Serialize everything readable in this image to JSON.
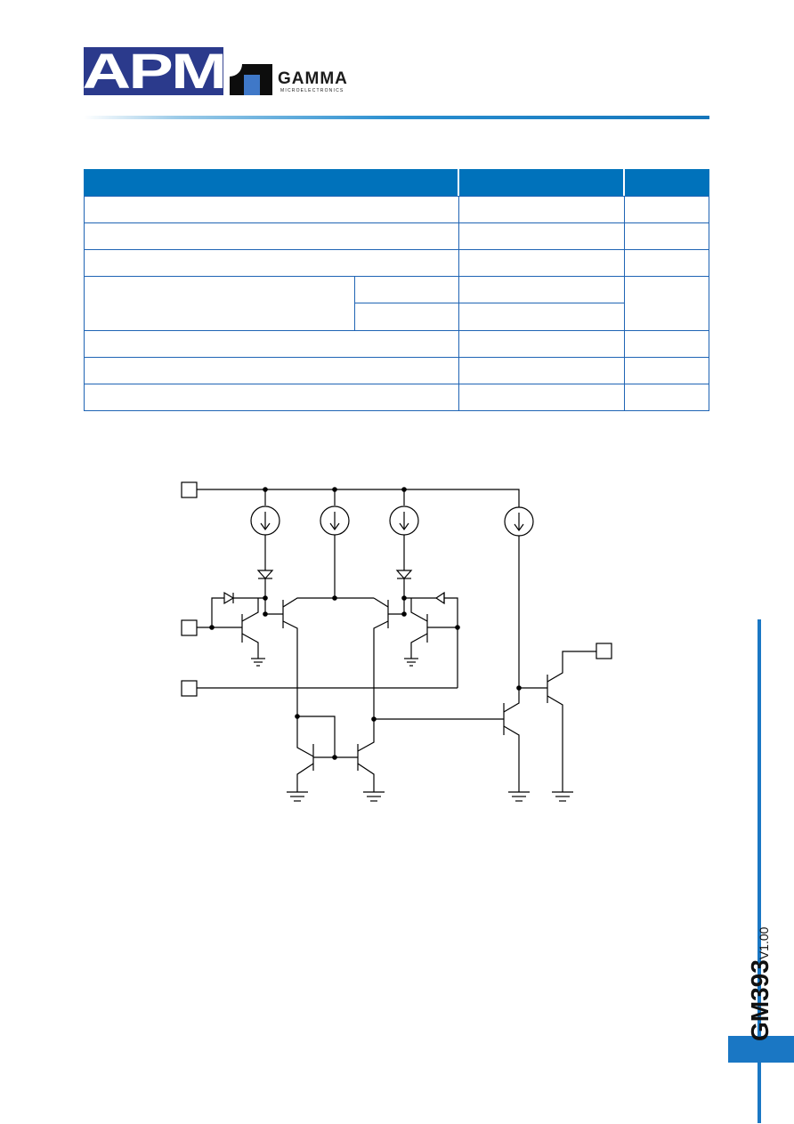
{
  "header": {
    "logo_apm": "APM",
    "logo_gamma": "GAMMA",
    "logo_gamma_sub": "MICROELECTRONICS"
  },
  "side_title": {
    "part": "GM393",
    "version": "V1.00"
  },
  "colors": {
    "accent": "#0072bb",
    "table_border": "#1f64b4",
    "side_bar": "#1a77c4"
  },
  "icons": {
    "current_source": "current-source-icon",
    "transistor": "npn-transistor-icon",
    "diode": "diode-icon",
    "ground": "ground-icon"
  }
}
